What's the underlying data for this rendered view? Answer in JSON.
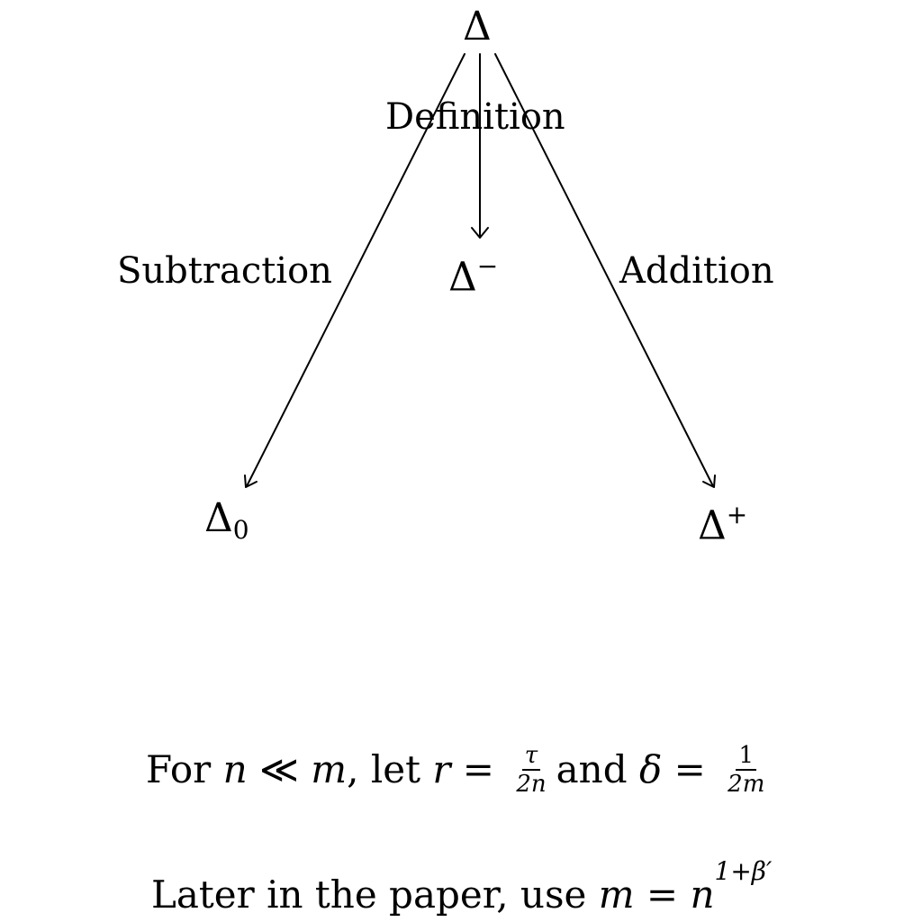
{
  "diagram": {
    "nodes": {
      "top": {
        "base": "Δ"
      },
      "middle": {
        "base": "Δ",
        "sup": "−"
      },
      "left": {
        "base": "Δ",
        "sub": "0"
      },
      "right": {
        "base": "Δ",
        "sup": "+"
      }
    },
    "edges": {
      "definition": {
        "label": "Definition",
        "from": "top",
        "to": "middle"
      },
      "subtraction": {
        "label": "Subtraction",
        "from": "top",
        "to": "left"
      },
      "addition": {
        "label": "Addition",
        "from": "top",
        "to": "right"
      }
    }
  },
  "notes": {
    "line1": {
      "t1": "For ",
      "n": "n",
      "ll": " ≪ ",
      "m": "m",
      "t2": ", let ",
      "r": "r",
      "eq1": " = ",
      "frac1": {
        "num": "τ",
        "den": "2n"
      },
      "and": "and ",
      "delta": "δ",
      "eq2": " = ",
      "frac2": {
        "num": "1",
        "den": "2m"
      }
    },
    "line2": {
      "text": "Later in the paper, use ",
      "m": "m",
      "eq": " = ",
      "n": "n",
      "exp": "1+β′"
    }
  }
}
